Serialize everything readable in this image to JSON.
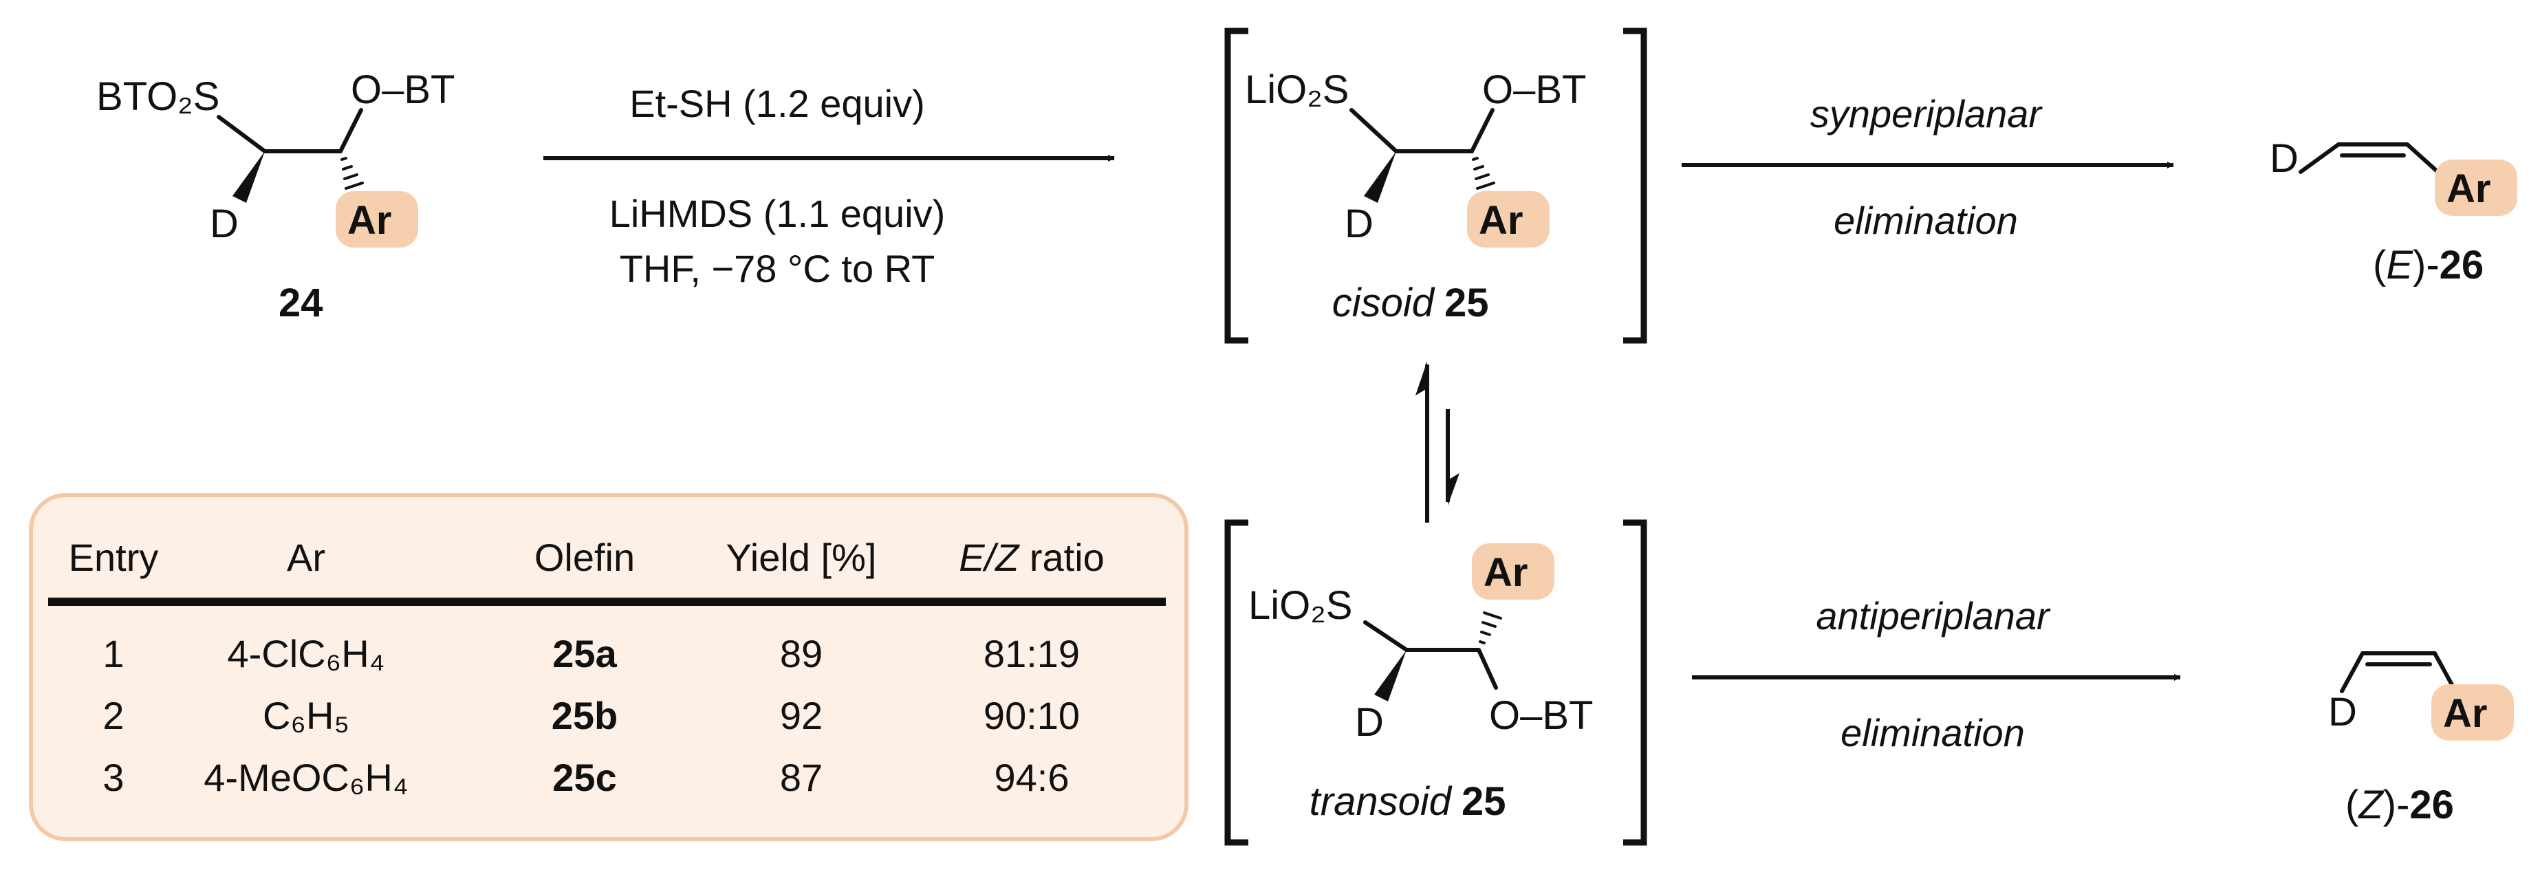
{
  "compound_24": {
    "label": "24",
    "sulfone": "BTO₂S",
    "ether": "O–BT",
    "deuterium": "D",
    "aryl": "Ar"
  },
  "reagents": {
    "above": "Et-SH (1.2 equiv)",
    "below_1": "LiHMDS (1.1 equiv)",
    "below_2": "THF, −78 °C to RT"
  },
  "cisoid_25": {
    "prefix": "cisoid",
    "number": "25",
    "sulfinate": "LiO₂S",
    "ether": "O–BT",
    "deuterium": "D",
    "aryl": "Ar"
  },
  "transoid_25": {
    "prefix": "transoid",
    "number": "25",
    "sulfinate": "LiO₂S",
    "ether": "O–BT",
    "deuterium": "D",
    "aryl": "Ar"
  },
  "syn_arrow": {
    "above": "synperiplanar",
    "below": "elimination"
  },
  "anti_arrow": {
    "above": "antiperiplanar",
    "below": "elimination"
  },
  "product_E": {
    "deuterium": "D",
    "aryl": "Ar",
    "stereo": "E",
    "number": "26"
  },
  "product_Z": {
    "deuterium": "D",
    "aryl": "Ar",
    "stereo": "Z",
    "number": "26"
  },
  "table": {
    "headers": {
      "entry": "Entry",
      "ar": "Ar",
      "olefin": "Olefin",
      "yield": "Yield [%]",
      "ez_italic": "E/Z",
      "ez_rest": " ratio"
    },
    "rows": [
      {
        "entry": "1",
        "ar": "4-ClC₆H₄",
        "olefin": "25a",
        "yield": "89",
        "ratio": "81:19"
      },
      {
        "entry": "2",
        "ar": "C₆H₅",
        "olefin": "25b",
        "yield": "92",
        "ratio": "90:10"
      },
      {
        "entry": "3",
        "ar": "4-MeOC₆H₄",
        "olefin": "25c",
        "yield": "87",
        "ratio": "94:6"
      }
    ]
  },
  "colors": {
    "highlight": "#f6cfae",
    "table_bg": "#fdf0e6",
    "table_border": "#f4c9a8"
  }
}
